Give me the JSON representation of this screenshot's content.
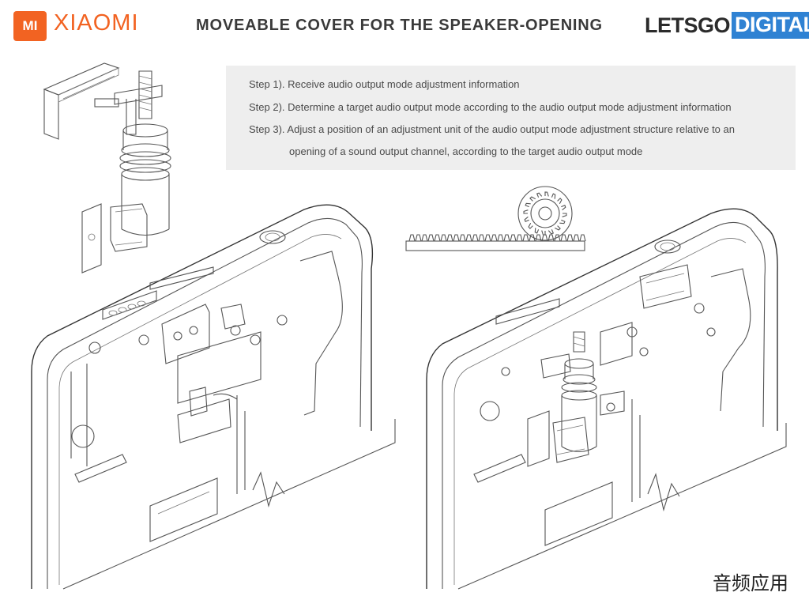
{
  "header": {
    "logo_mark": "MI",
    "logo_word": "XIAOMI",
    "title": "MOVEABLE COVER FOR THE SPEAKER-OPENING",
    "brand_left": "LETSGO",
    "brand_right": "DIGITAL"
  },
  "steps": {
    "step1": "Step 1). Receive audio output mode adjustment information",
    "step2": "Step 2). Determine a target audio output mode according to the audio output mode adjustment information",
    "step3_line1": "Step 3). Adjust a position of an adjustment unit of the audio output mode adjustment structure relative to an",
    "step3_line2": "opening of a sound output channel, according to the target audio output mode"
  },
  "watermark": "音频应用",
  "colors": {
    "xiaomi_orange": "#f26322",
    "digital_blue": "#2f82d3",
    "step_box_bg": "#eeeeee",
    "line_art": "#555555"
  }
}
